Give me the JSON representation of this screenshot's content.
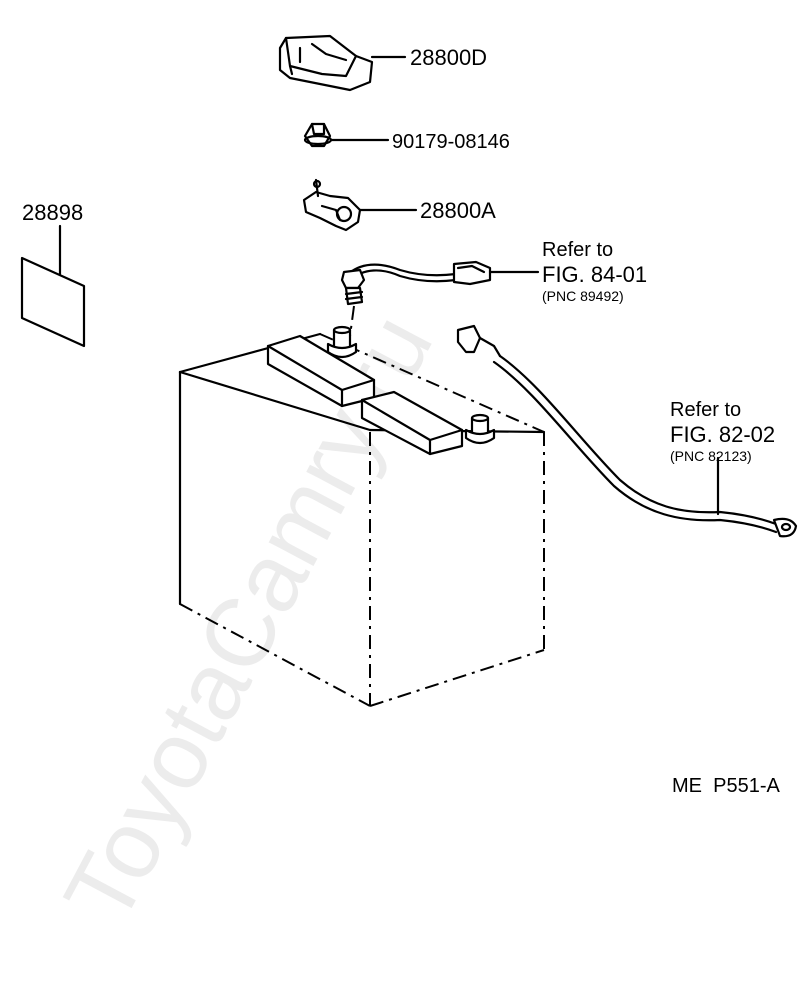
{
  "watermark": "ToyotaCamry.ru",
  "parts": {
    "holder": "28800D",
    "nut": "90179-08146",
    "clamp": "28800A",
    "label": "28898"
  },
  "refs": {
    "ref1": {
      "line1": "Refer to",
      "line2": "FIG. 84-01",
      "line3": "(PNC 89492)"
    },
    "ref2": {
      "line1": "Refer to",
      "line2": "FIG. 82-02",
      "line3": "(PNC 82123)"
    }
  },
  "figure_code": "ME  P551-A"
}
